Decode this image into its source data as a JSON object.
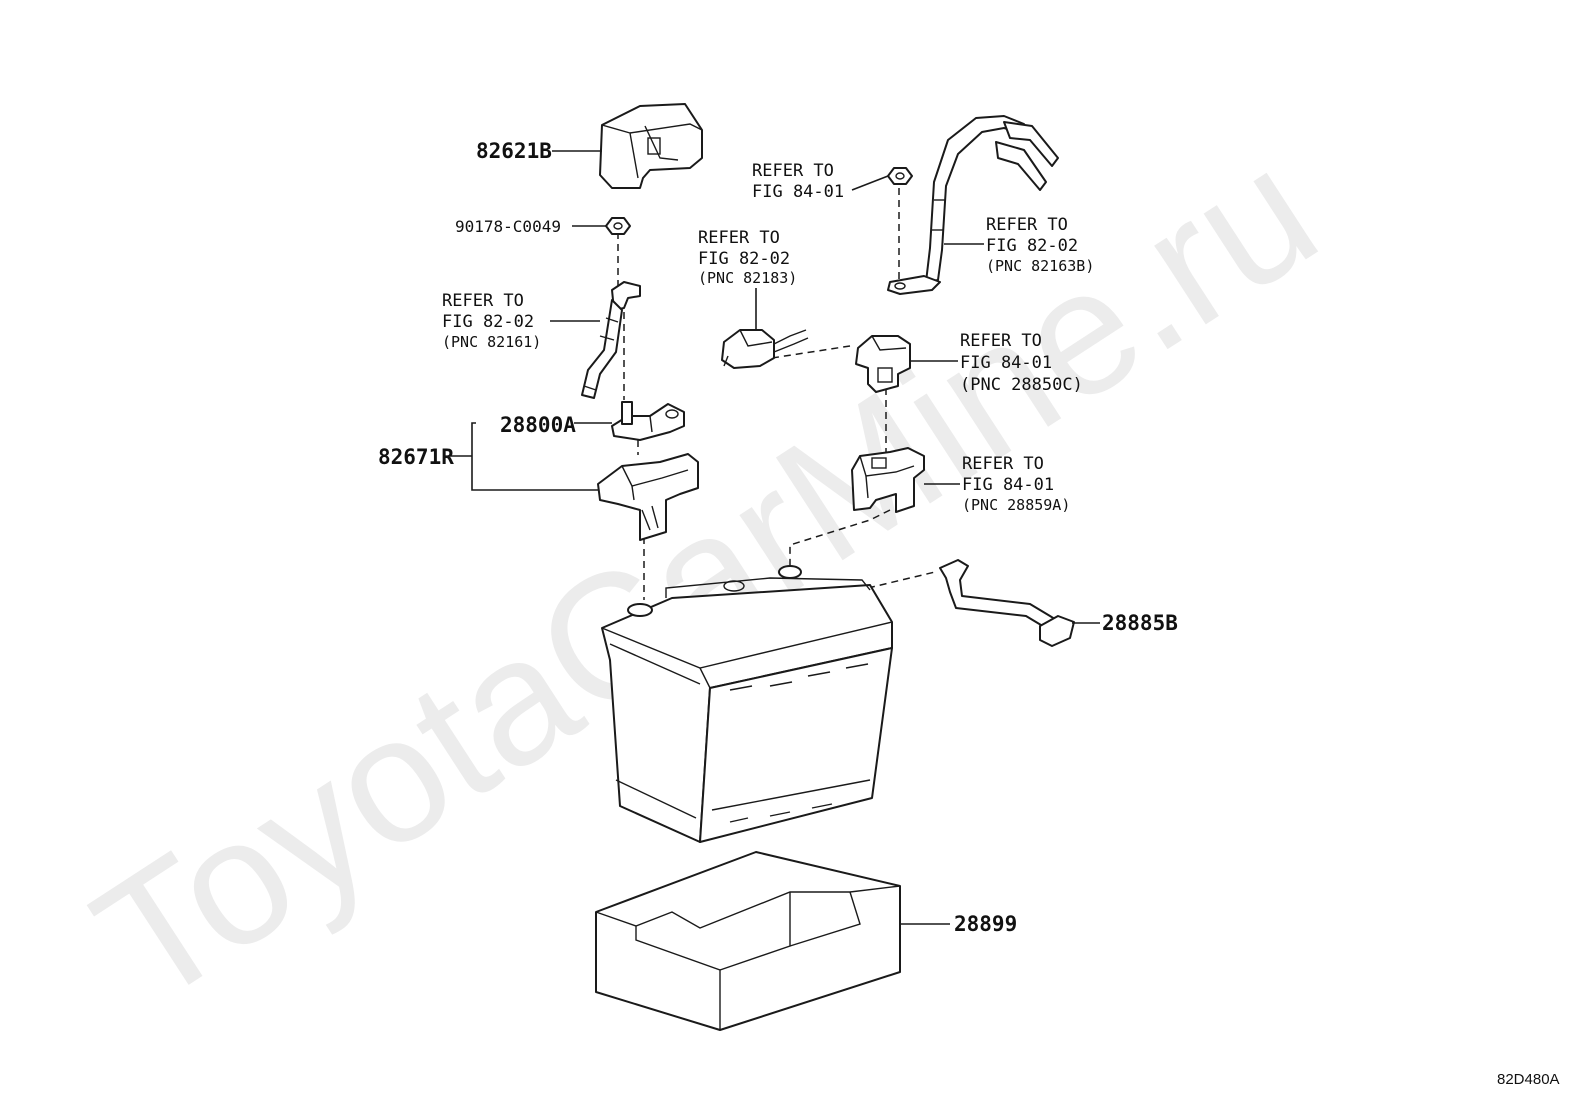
{
  "watermark": "ToyotaCarMine.ru",
  "figure_code": "82D480A",
  "parts": {
    "p82621B": "82621B",
    "p90178": "90178-C0049",
    "p28800A": "28800A",
    "p82671R": "82671R",
    "p28885B": "28885B",
    "p28899": "28899"
  },
  "refs": {
    "r1": {
      "line1": "REFER TO",
      "line2": "FIG 82-02",
      "line3": "(PNC 82161)"
    },
    "r2": {
      "line1": "REFER TO",
      "line2": "FIG 82-02",
      "line3": "(PNC 82183)"
    },
    "r3": {
      "line1": "REFER TO",
      "line2": "FIG 84-01"
    },
    "r4": {
      "line1": "REFER TO",
      "line2": "FIG 82-02",
      "line3": "(PNC 82163B)"
    },
    "r5": {
      "line1": "REFER TO",
      "line2": "FIG 84-01",
      "line3": "(PNC 28850C)"
    },
    "r6": {
      "line1": "REFER TO",
      "line2": "FIG 84-01",
      "line3": "(PNC 28859A)"
    }
  }
}
